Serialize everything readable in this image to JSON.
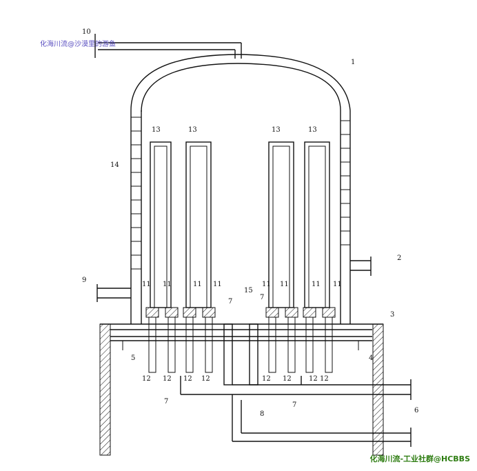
{
  "watermark_top": "化海川流@沙漠里的游鱼",
  "watermark_bottom": "化海川流-工业社群@HCBBS",
  "labels": {
    "l1": "1",
    "l2": "2",
    "l3": "3",
    "l4": "4",
    "l5": "5",
    "l6": "6",
    "l7": "7",
    "l8": "8",
    "l9": "9",
    "l10": "10",
    "l11": "11",
    "l12": "12",
    "l13": "13",
    "l14": "14",
    "l15": "15"
  }
}
